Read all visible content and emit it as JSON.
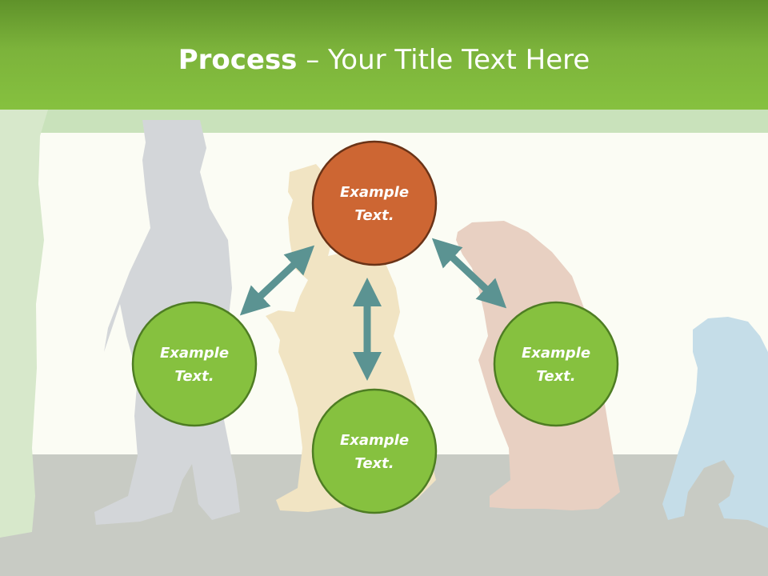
{
  "header": {
    "title_bold": "Process",
    "title_rest": " – Your Title Text Here"
  },
  "nodes": {
    "top": {
      "line1": "Example",
      "line2": "Text."
    },
    "left": {
      "line1": "Example",
      "line2": "Text."
    },
    "bottom": {
      "line1": "Example",
      "line2": "Text."
    },
    "right": {
      "line1": "Example",
      "line2": "Text."
    }
  },
  "colors": {
    "header_green": "#86c13f",
    "node_orange": "#cd6633",
    "node_green": "#86c13f",
    "arrow_teal": "#5b9392"
  }
}
